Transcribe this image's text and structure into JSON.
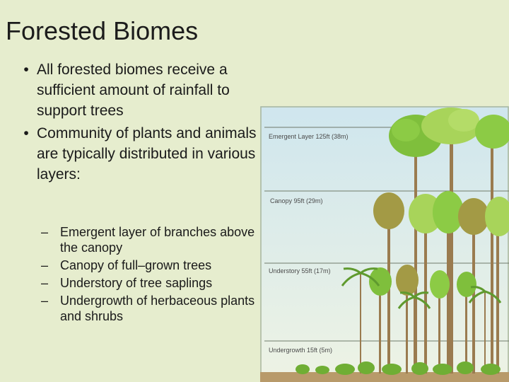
{
  "slide": {
    "title": "Forested Biomes",
    "bullets": [
      {
        "text": "All forested biomes receive a sufficient amount of rainfall to support trees"
      },
      {
        "text": "Community of plants and animals are typically distributed in various layers:"
      }
    ],
    "subbullets": [
      {
        "text": "Emergent layer of branches above the canopy"
      },
      {
        "text": "Canopy of full–grown trees"
      },
      {
        "text": "Understory of tree saplings"
      },
      {
        "text": "Undergrowth of herbaceous plants and shrubs"
      }
    ],
    "bullet_glyph": "•",
    "subbullet_glyph": "–"
  },
  "figure": {
    "layers": [
      {
        "label": "Emergent Layer 125ft (38m)"
      },
      {
        "label": "Canopy 95ft (29m)"
      },
      {
        "label": "Understory 55ft (17m)"
      },
      {
        "label": "Undergrowth 15ft (5m)"
      }
    ],
    "colors": {
      "sky_top": "#cfe6ee",
      "sky_bottom": "#eef3e4",
      "leaf_light": "#a8d45a",
      "leaf_mid": "#7fbf3c",
      "leaf_olive": "#a39a45",
      "trunk": "#9a7b4f",
      "ground": "#b89a6a"
    }
  }
}
